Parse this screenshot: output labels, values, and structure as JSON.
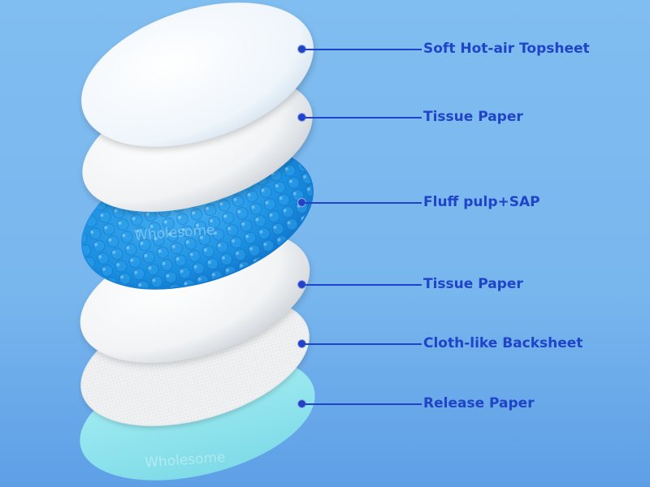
{
  "layers": [
    {
      "label": "Soft Hot-air Topsheet"
    },
    {
      "label": "Tissue Paper"
    },
    {
      "label": "Fluff pulp+SAP"
    },
    {
      "label": "Tissue Paper"
    },
    {
      "label": "Cloth-like Backsheet"
    },
    {
      "label": "Release Paper"
    }
  ],
  "watermark": "Wholesome",
  "colors": {
    "label": "#1f44c8",
    "sap": "#1a8fe0",
    "release": "#8fe6ef",
    "background": "#78b6ee"
  }
}
